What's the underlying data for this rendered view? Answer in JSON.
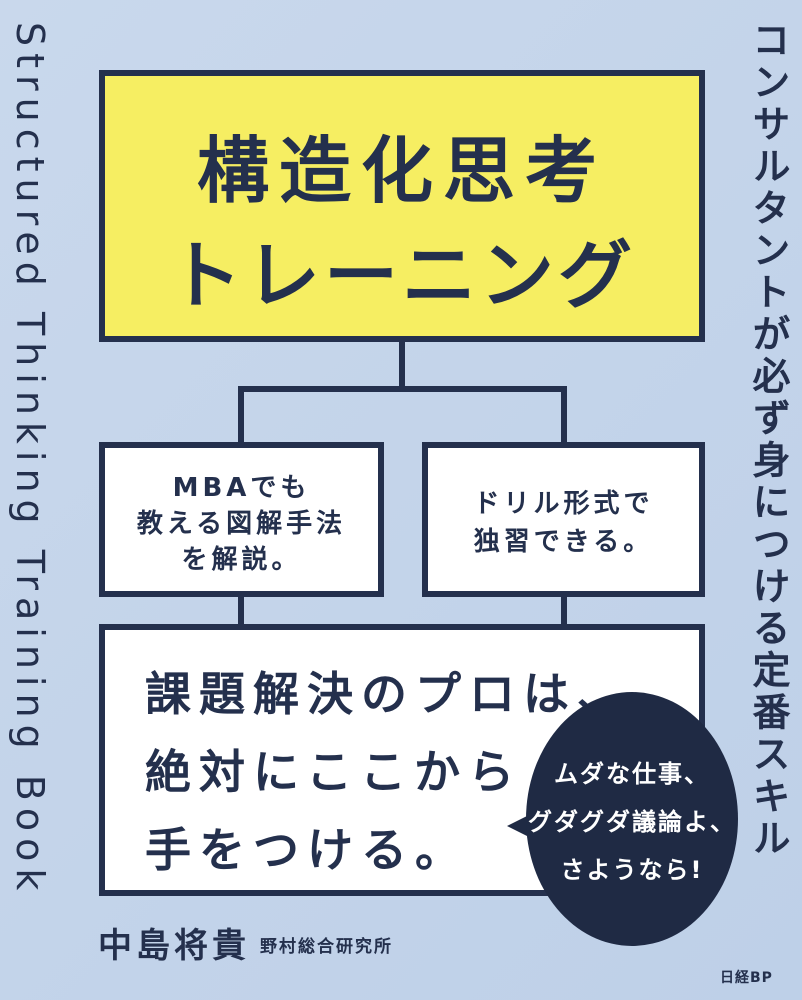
{
  "cover": {
    "english_title": "Structured Thinking Training Book",
    "subtitle_vertical": "コンサルタントが必ず身につける定番スキル",
    "title_line1": "構造化思考",
    "title_line2": "トレーニング",
    "left_box_lines": [
      "MBAでも",
      "教える図解手法",
      "を解説。"
    ],
    "right_box_lines": [
      "ドリル形式で",
      "独習できる。"
    ],
    "main_lines": [
      "課題解決のプロは、",
      "絶対にここから",
      "手をつける。"
    ],
    "bubble_lines": [
      "ムダな仕事、",
      "グダグダ議論よ、",
      "さようなら!"
    ],
    "author": "中島将貴",
    "organization": "野村総合研究所",
    "publisher": "日経BP"
  },
  "colors": {
    "background": "#c4d4ea",
    "title_box": "#f6ee62",
    "navy": "#24304d",
    "white": "#ffffff"
  }
}
